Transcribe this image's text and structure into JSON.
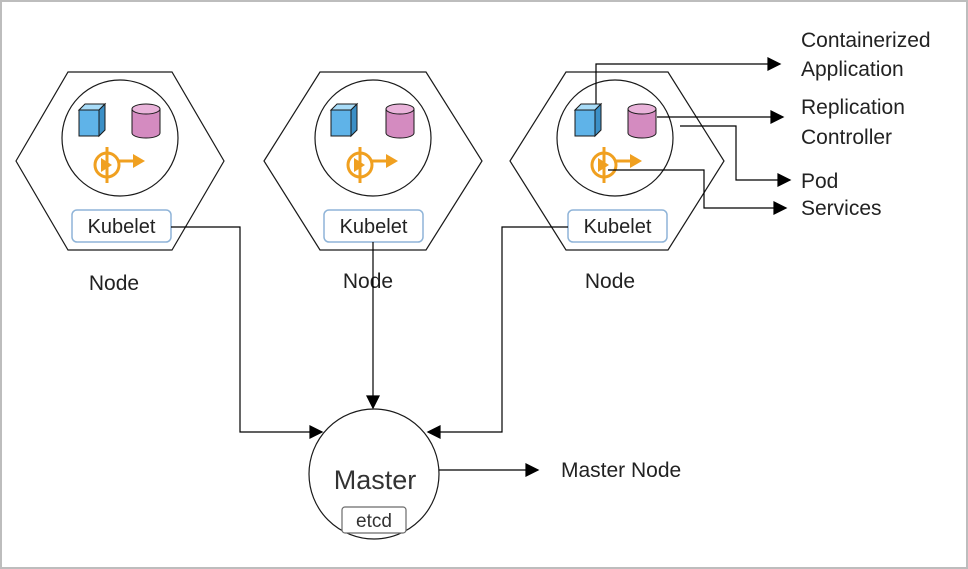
{
  "nodes": [
    {
      "kubelet_label": "Kubelet",
      "label": "Node"
    },
    {
      "kubelet_label": "Kubelet",
      "label": "Node"
    },
    {
      "kubelet_label": "Kubelet",
      "label": "Node"
    }
  ],
  "master": {
    "label": "Master",
    "store_label": "etcd"
  },
  "callouts": {
    "containerized_line1": "Containerized",
    "containerized_line2": "Application",
    "replication_line1": "Replication",
    "replication_line2": "Controller",
    "pod": "Pod",
    "services": "Services",
    "master_node": "Master Node"
  },
  "colors": {
    "container_blue": "#5fb3e8",
    "pod_pink": "#d48bc0",
    "service_orange": "#f0a020",
    "kubelet_border": "#8fb4d8",
    "frame": "#bdbdbd"
  },
  "icons": [
    "container-cube-icon",
    "pod-cylinder-icon",
    "service-circle-arrow-icon"
  ]
}
